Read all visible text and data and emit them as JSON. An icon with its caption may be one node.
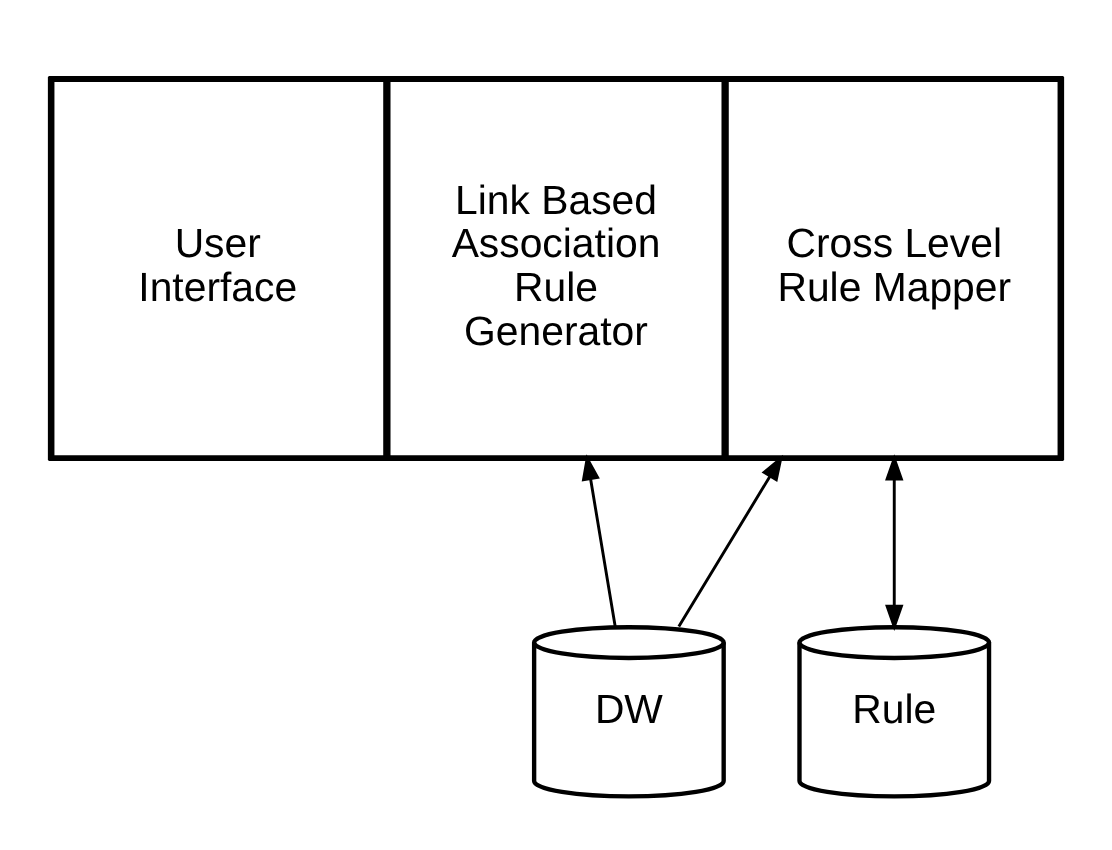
{
  "diagram": {
    "nodes": [
      {
        "text": [],
        "shape": "box"
      },
      {
        "text": [
          "User Interface"
        ],
        "in": 0
      },
      {
        "text": [
          "Link Based Association Rule Generator"
        ],
        "in": 0
      },
      {
        "text": [
          "Cross Level Rule Mapper"
        ],
        "in": 0
      },
      {
        "text": [
          "DW"
        ]
      },
      {
        "text": [
          "Rule"
        ]
      }
    ],
    "edges": [
      {
        "from": 4,
        "to": 2,
        "arrow": "to"
      },
      {
        "from": 4,
        "to": 3,
        "arrow": "to"
      },
      {
        "from": 5,
        "to": 3,
        "arrow": "both"
      }
    ]
  }
}
